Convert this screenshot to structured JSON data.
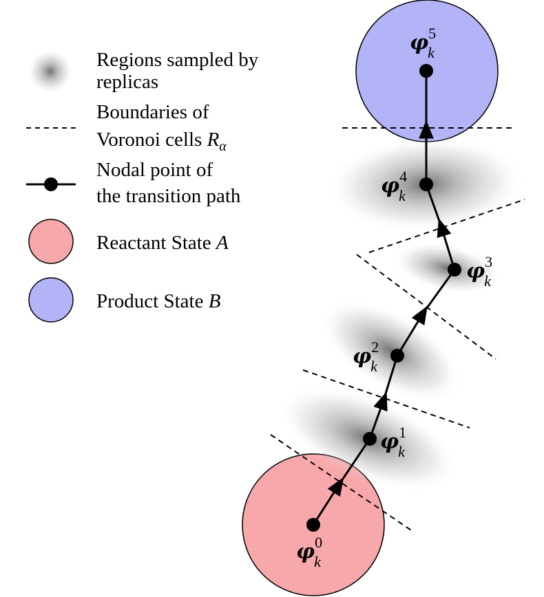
{
  "legend": {
    "items": [
      {
        "id": "regions",
        "text_lines": [
          "Regions sampled by",
          "replicas"
        ]
      },
      {
        "id": "boundaries",
        "text_lines": [
          "Boundaries of",
          "Voronoi cells "
        ],
        "math": "R",
        "math_sub": "α"
      },
      {
        "id": "nodal",
        "text_lines": [
          "Nodal point of",
          "the transition path"
        ]
      },
      {
        "id": "reactant",
        "text_lines": [
          "Reactant State "
        ],
        "math": "A"
      },
      {
        "id": "product",
        "text_lines": [
          "Product State "
        ],
        "math": "B"
      }
    ]
  },
  "nodes": [
    {
      "symbol": "φ",
      "sub": "k",
      "sup": "0"
    },
    {
      "symbol": "φ",
      "sub": "k",
      "sup": "1"
    },
    {
      "symbol": "φ",
      "sub": "k",
      "sup": "2"
    },
    {
      "symbol": "φ",
      "sub": "k",
      "sup": "3"
    },
    {
      "symbol": "φ",
      "sub": "k",
      "sup": "4"
    },
    {
      "symbol": "φ",
      "sub": "k",
      "sup": "5"
    }
  ],
  "colors": {
    "reactant_fill": "#f7a8ab",
    "product_fill": "#b3b3f8",
    "stroke": "#000000",
    "sample_cloud": "#6b6b6b"
  }
}
